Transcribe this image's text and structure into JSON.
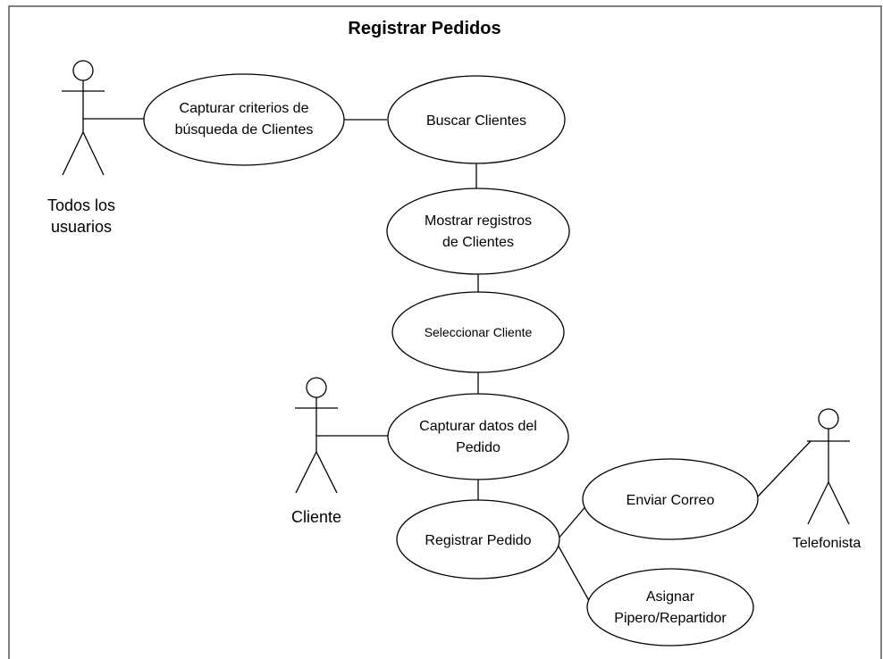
{
  "diagram": {
    "title": "Registrar Pedidos",
    "actors": {
      "todos": {
        "line1": "Todos los",
        "line2": "usuarios"
      },
      "cliente": {
        "label": "Cliente"
      },
      "telefonista": {
        "label": "Telefonista"
      }
    },
    "use_cases": {
      "capturar_criterios": {
        "line1": "Capturar criterios de",
        "line2": "búsqueda de Clientes"
      },
      "buscar_clientes": {
        "line1": "Buscar Clientes"
      },
      "mostrar_registros": {
        "line1": "Mostrar registros",
        "line2": "de Clientes"
      },
      "seleccionar_cliente": {
        "line1": "Seleccionar Cliente"
      },
      "capturar_datos": {
        "line1": "Capturar datos del",
        "line2": "Pedido"
      },
      "registrar_pedido": {
        "line1": "Registrar Pedido"
      },
      "enviar_correo": {
        "line1": "Enviar Correo"
      },
      "asignar": {
        "line1": "Asignar",
        "line2": "Pipero/Repartidor"
      }
    }
  }
}
